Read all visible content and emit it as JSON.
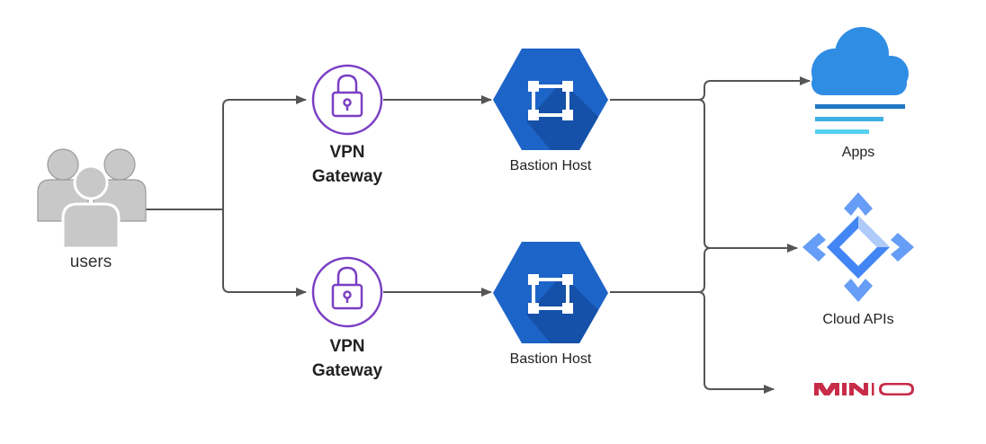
{
  "nodes": {
    "users": {
      "label": "users"
    },
    "vpn_top": {
      "label_line1": "VPN",
      "label_line2": "Gateway"
    },
    "vpn_bottom": {
      "label_line1": "VPN",
      "label_line2": "Gateway"
    },
    "bastion_top": {
      "label": "Bastion Host"
    },
    "bastion_bottom": {
      "label": "Bastion Host"
    },
    "apps": {
      "label": "Apps"
    },
    "cloud_apis": {
      "label": "Cloud APIs"
    },
    "minio": {
      "logo_text": "MINIO"
    }
  },
  "colors": {
    "connector": "#555555",
    "users_icon": "#c8c8c8",
    "vpn_icon": "#7b3fc4",
    "bastion_hex": "#1d64c8",
    "bastion_shadow": "#1551a8",
    "cloud": "#2f8de4",
    "cloud_apis_icon": "#4b8de8",
    "minio": "#c72c48"
  }
}
